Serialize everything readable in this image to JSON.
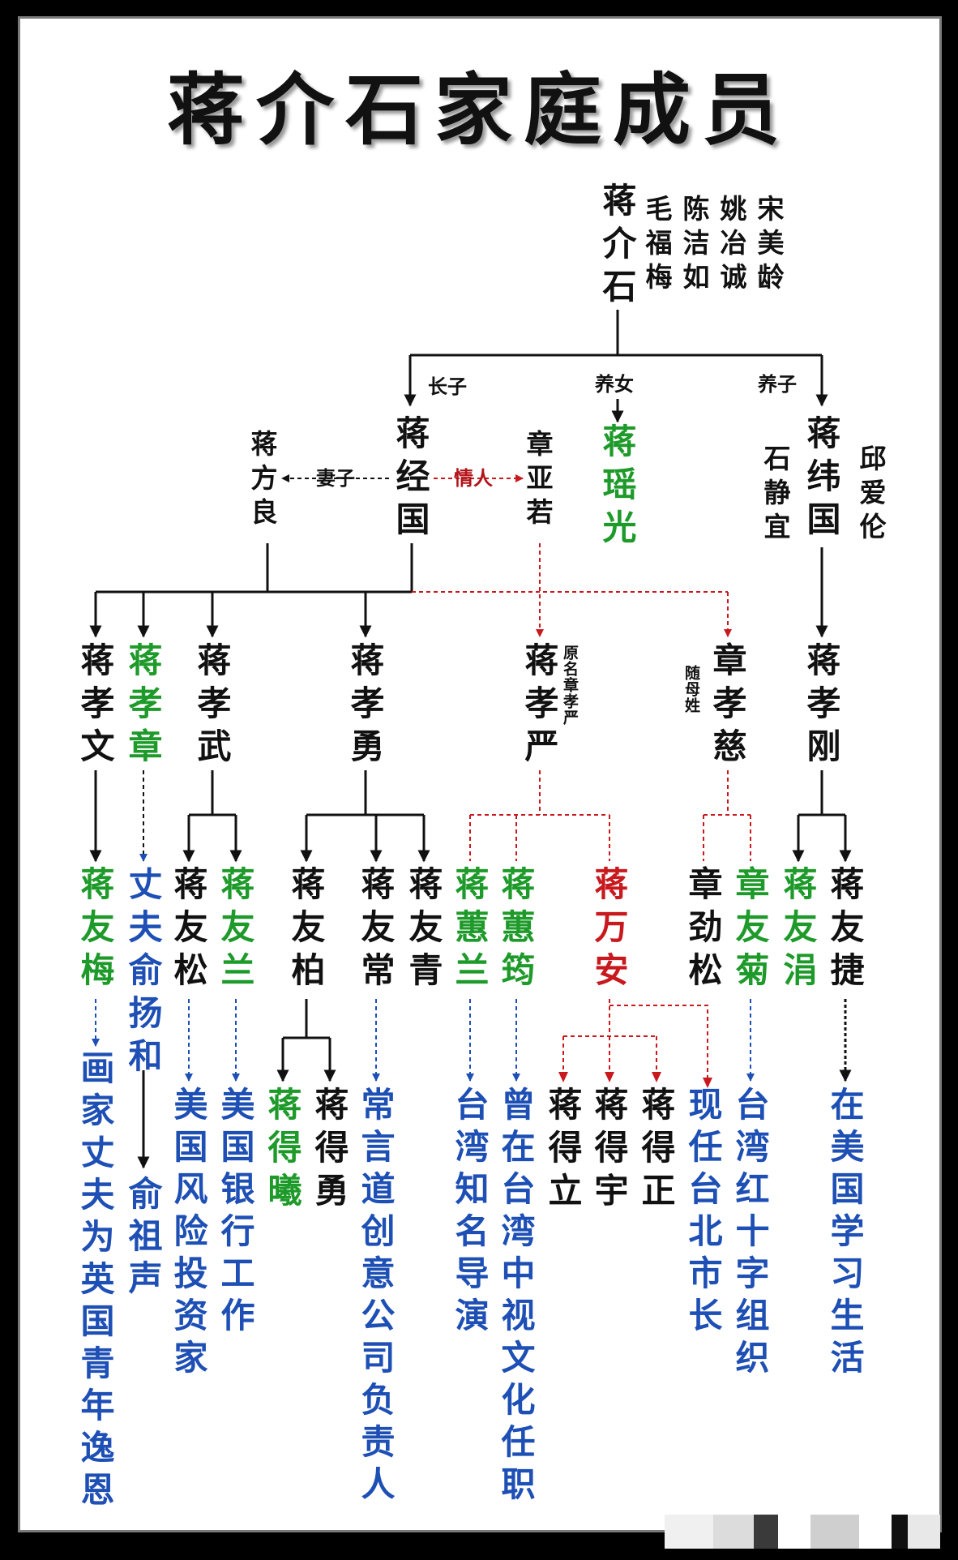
{
  "title": "蒋介石家庭成员",
  "root": "蒋介石",
  "wives": [
    "毛福梅",
    "陈洁如",
    "姚冶诚",
    "宋美龄"
  ],
  "labels": {
    "eldest_son": "长子",
    "adopted_daughter": "养女",
    "adopted_son": "养子",
    "wife": "妻子",
    "lover": "情人",
    "former_name": "原名章孝严",
    "mother_surname": "随母姓"
  },
  "gen2": {
    "jingguo": "蒋经国",
    "fangliang": "蒋方良",
    "zhangyaruo": "章亚若",
    "yaoguang": "蒋瑶光",
    "weiguo": "蒋纬国",
    "shijingyi": "石静宜",
    "qiuailun": "邱爱伦"
  },
  "gen3": {
    "xiaowen": "蒋孝文",
    "xiaozhang": "蒋孝章",
    "xiaowu": "蒋孝武",
    "xiaoyong": "蒋孝勇",
    "xiaoyan": "蒋孝严",
    "xiaoci": "章孝慈",
    "xiaogang": "蒋孝刚"
  },
  "gen4": {
    "youmei": "蒋友梅",
    "yuyanghe": "丈夫俞扬和",
    "yousong": "蒋友松",
    "youlan": "蒋友兰",
    "youbo": "蒋友柏",
    "youchang": "蒋友常",
    "youqing": "蒋友青",
    "huilan": "蒋蕙兰",
    "huijun": "蒋蕙筠",
    "wanan": "蒋万安",
    "jinsong": "章劲松",
    "youju": "章友菊",
    "youjuan": "蒋友涓",
    "youjie": "蒋友捷"
  },
  "gen5": {
    "dexi": "蒋得曦",
    "deyong": "蒋得勇",
    "deli": "蒋得立",
    "deyu": "蒋得宇",
    "dezheng": "蒋得正"
  },
  "notes": {
    "youmei": "画家丈夫为英国青年逸恩",
    "yuyanghe": "俞祖声",
    "yousong": "美国风险投资家",
    "youlan": "美国银行工作",
    "youchang": "常言道创意公司负责人",
    "huilan": "台湾知名导演",
    "huijun": "曾在台湾中视文化任职",
    "wanan": "现任台北市长",
    "youju": "台湾红十字组织",
    "youjie": "在美国学习生活"
  },
  "colors": {
    "black": "#111111",
    "green": "#1e9a2a",
    "red": "#c8191e",
    "blue": "#1d4fb5",
    "frame": "#7a7a7a"
  }
}
